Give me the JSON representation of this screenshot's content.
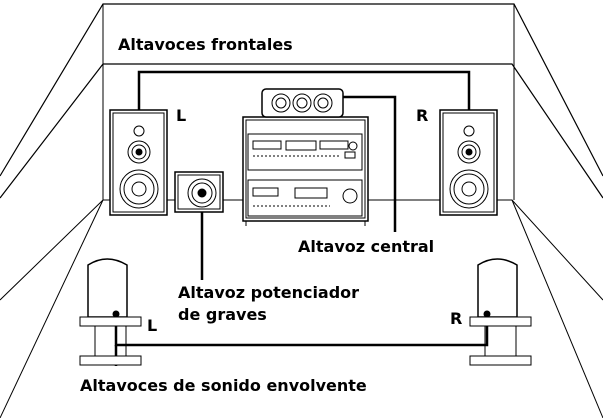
{
  "labels": {
    "front": "Altavoces frontales",
    "center": "Altavoz central",
    "subwoofer_line1": "Altavoz potenciador",
    "subwoofer_line2": "de graves",
    "surround": "Altavoces de sonido envolvente"
  },
  "channels": {
    "front_left": "L",
    "front_right": "R",
    "surround_left": "L",
    "surround_right": "R"
  }
}
